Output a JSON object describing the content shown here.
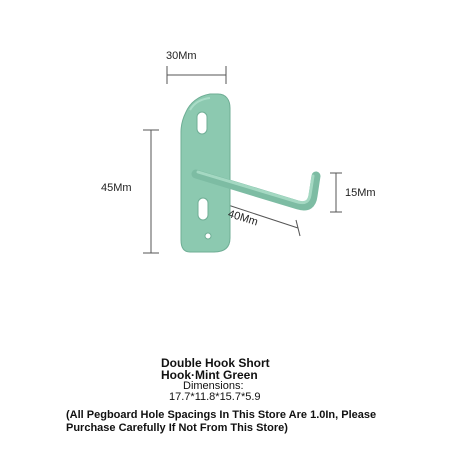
{
  "product": {
    "title_line1": "Double Hook Short",
    "title_line2": "Hook·Mint Green",
    "dimensions_label": "Dimensions:",
    "dimensions_value": "17.7*11.8*15.7*5.9",
    "note_line1": "(All Pegboard Hole Spacings In This Store Are 1.0In, Please",
    "note_line2": "Purchase Carefully If Not From This Store)",
    "color": "#8cc9b0"
  },
  "measurements": {
    "width_label": "30Mm",
    "height_label": "45Mm",
    "depth_label": "40Mm",
    "hook_label": "15Mm"
  }
}
